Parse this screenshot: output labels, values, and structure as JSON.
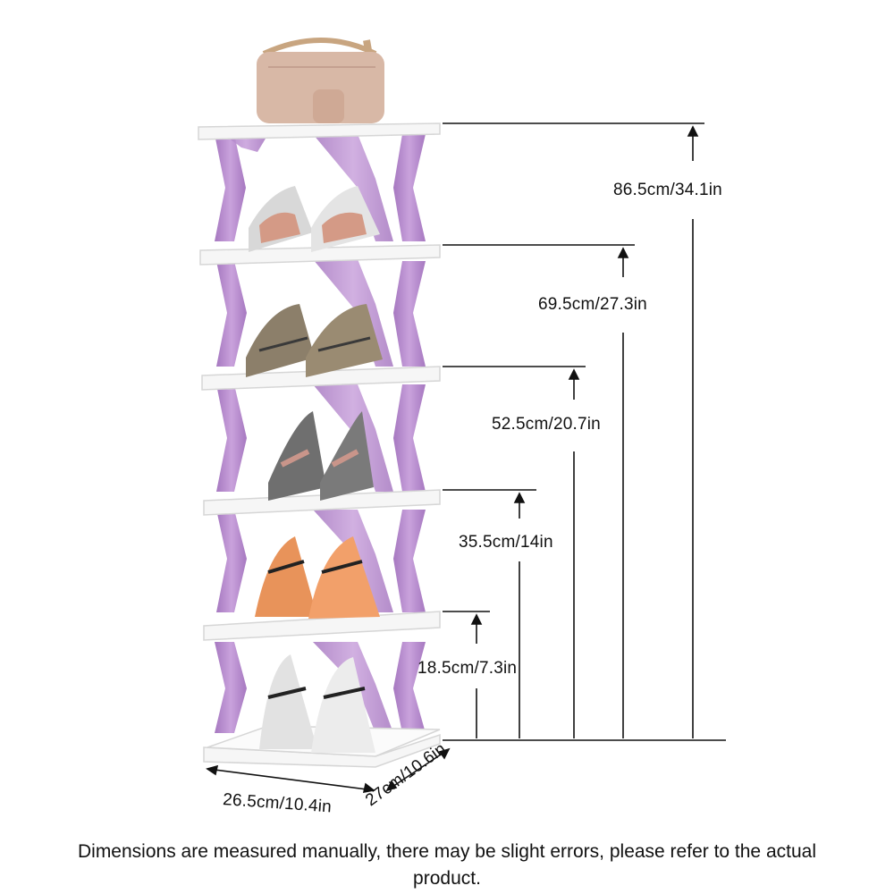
{
  "heights": [
    {
      "label": "86.5cm/34.1in"
    },
    {
      "label": "69.5cm/27.3in"
    },
    {
      "label": "52.5cm/20.7in"
    },
    {
      "label": "35.5cm/14in"
    },
    {
      "label": "18.5cm/7.3in"
    }
  ],
  "footprint": {
    "width_label": "26.5cm/10.4in",
    "depth_label": "27cm/10.6in"
  },
  "caption": "Dimensions are measured manually, there may be slight errors, please refer to the actual product.",
  "colors": {
    "frame": "#b98fcf",
    "frame_dark": "#9d6fb8",
    "shelf": "#f7f7f7",
    "line": "#111111"
  }
}
